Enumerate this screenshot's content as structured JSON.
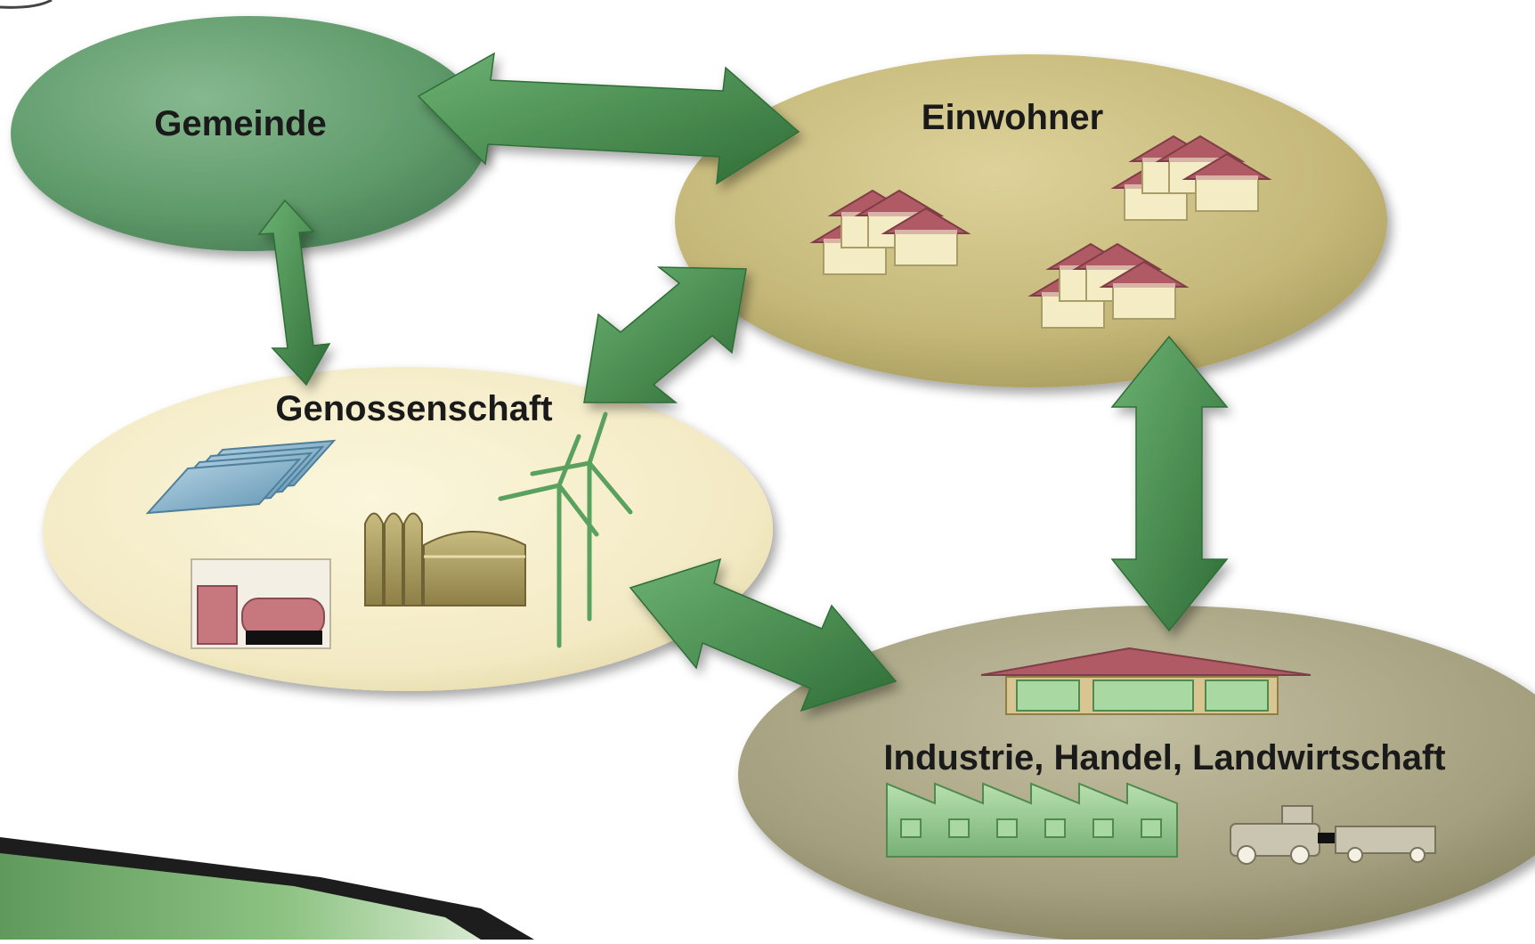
{
  "nodes": {
    "gemeinde": {
      "label": "Gemeinde"
    },
    "einwohner": {
      "label": "Einwohner"
    },
    "genossenschaft": {
      "label": "Genossenschaft"
    },
    "industrie": {
      "label": "Industrie, Handel, Landwirtschaft"
    }
  },
  "connections": [
    {
      "from": "Gemeinde",
      "to": "Einwohner",
      "direction": "bidirectional"
    },
    {
      "from": "Gemeinde",
      "to": "Genossenschaft",
      "direction": "bidirectional"
    },
    {
      "from": "Genossenschaft",
      "to": "Einwohner",
      "direction": "bidirectional"
    },
    {
      "from": "Genossenschaft",
      "to": "Industrie, Handel, Landwirtschaft",
      "direction": "bidirectional"
    },
    {
      "from": "Einwohner",
      "to": "Industrie, Handel, Landwirtschaft",
      "direction": "bidirectional"
    }
  ],
  "icons": {
    "einwohner": [
      "house-cluster-icon",
      "house-cluster-icon",
      "house-cluster-icon"
    ],
    "genossenschaft": [
      "solar-panel-icon",
      "biogas-plant-icon",
      "wind-turbine-icon",
      "chp-unit-icon"
    ],
    "industrie": [
      "barn-icon",
      "factory-icon",
      "tractor-icon"
    ]
  },
  "colors": {
    "arrow": "#3f8a47",
    "gemeinde": "#5f9a6a",
    "einwohner": "#c4b778",
    "genossenschaft": "#f6efcc",
    "industrie": "#a4a07f",
    "roof": "#b05a66",
    "wall": "#f4ecc5"
  }
}
